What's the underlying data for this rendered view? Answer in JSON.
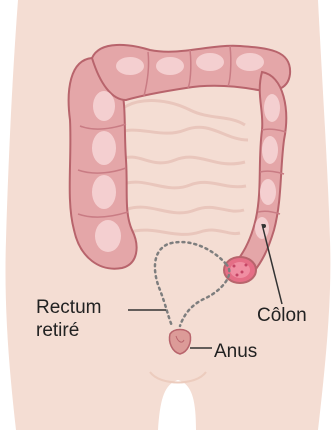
{
  "labels": {
    "rectum_line1": "Rectum",
    "rectum_line2": "retiré",
    "colon": "Côlon",
    "anus": "Anus"
  },
  "colors": {
    "skin": "#f4ddd3",
    "skin_shadow": "#ecccbe",
    "colon_fill": "#e4a6a8",
    "colon_outline": "#b8646c",
    "colon_highlight": "#f4cfd0",
    "intestine_faint": "#efd2c9",
    "stoma_inner": "#e56e86",
    "dotted_line": "#7e7e7e",
    "leader_line": "#333333",
    "text": "#222222"
  },
  "icons": [
    "anatomy-illustration"
  ]
}
